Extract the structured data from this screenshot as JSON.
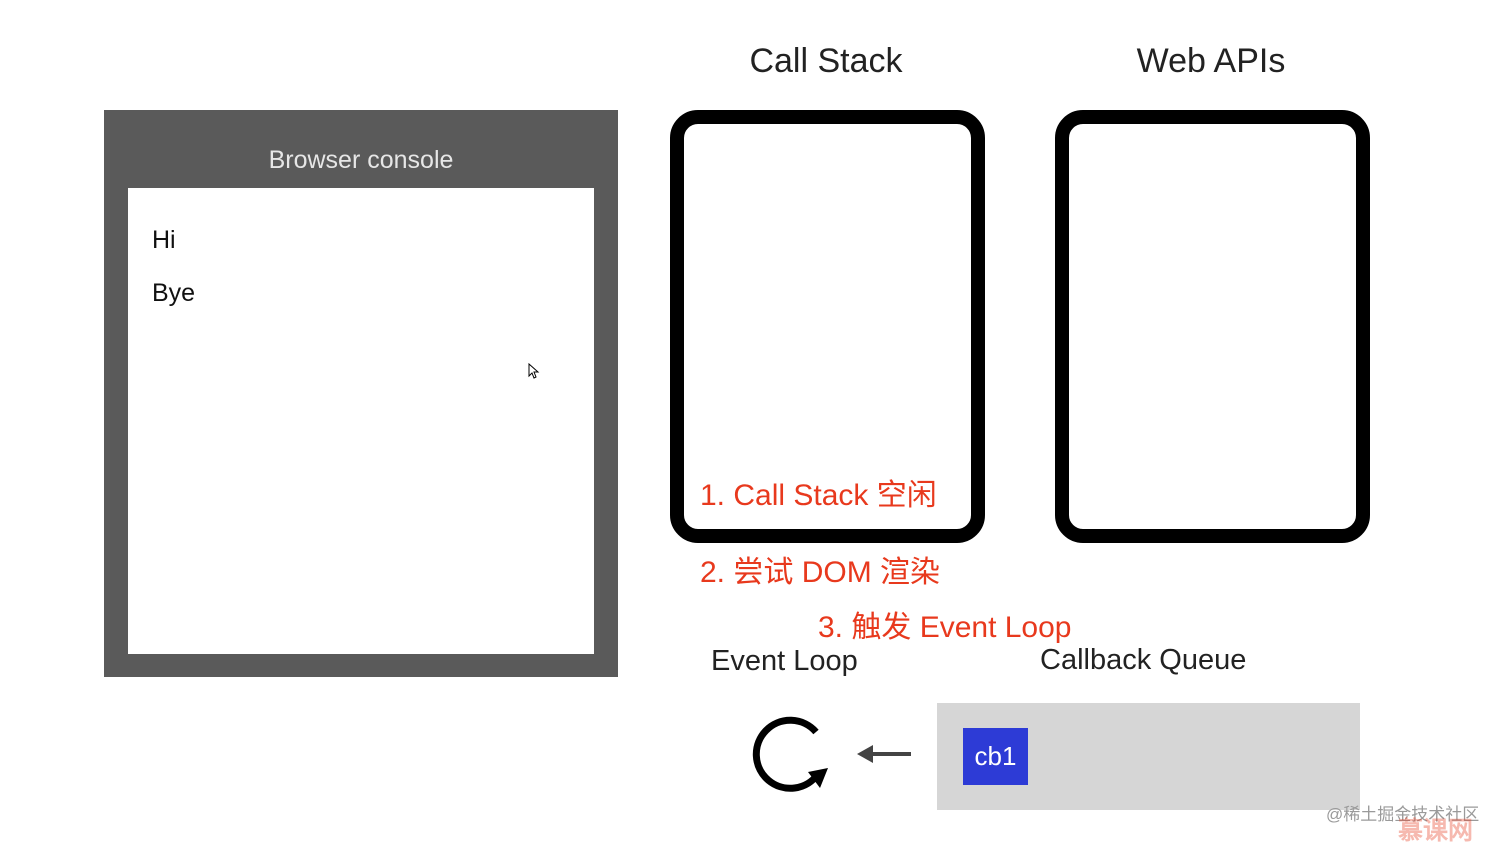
{
  "console": {
    "title": "Browser console",
    "lines": [
      "Hi",
      "Bye"
    ]
  },
  "call_stack": {
    "title": "Call Stack"
  },
  "web_apis": {
    "title": "Web APIs"
  },
  "notes": {
    "step1": "1. Call Stack 空闲",
    "step2": "2. 尝试 DOM 渲染",
    "step3": "3. 触发 Event Loop"
  },
  "event_loop": {
    "label": "Event Loop",
    "icon": "loop-arrow-icon"
  },
  "callback_queue": {
    "label": "Callback Queue",
    "items": [
      "cb1"
    ]
  },
  "arrow": {
    "icon": "arrow-left-icon"
  },
  "watermark": {
    "text": "@稀土掘金技术社区",
    "brand": "慕课网"
  },
  "colors": {
    "console_frame": "#5a5a5a",
    "annotation_red": "#e8391d",
    "queue_bg": "#d6d6d6",
    "callback_chip": "#2d3bd6"
  }
}
